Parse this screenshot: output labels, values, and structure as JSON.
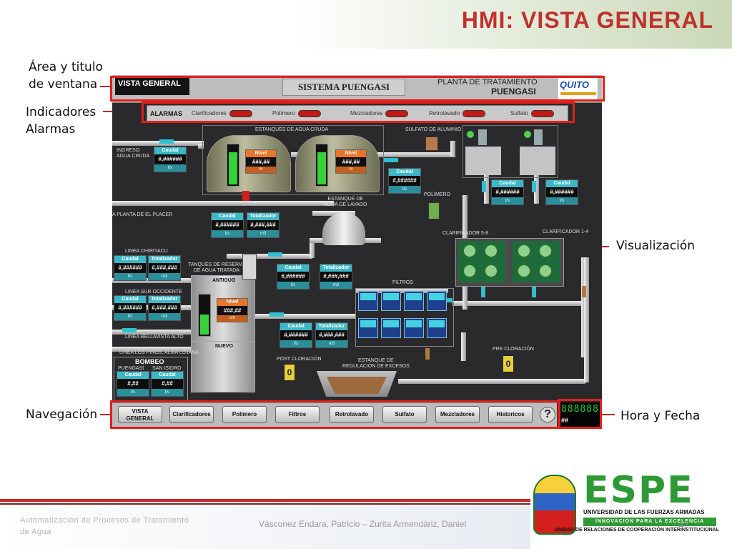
{
  "slide": {
    "title": "HMI: VISTA GENERAL",
    "page_number": "47"
  },
  "annotations": {
    "area_title_1": "Área y titulo",
    "area_title_2": "de ventana",
    "alarms_1": "Indicadores",
    "alarms_2": "Alarmas",
    "visualization": "Visualización",
    "navigation": "Navegación",
    "clock": "Hora y Fecha"
  },
  "hmi": {
    "header": {
      "view_tag": "VISTA GENERAL",
      "system_name": "SISTEMA PUENGASI",
      "plant_line1": "PLANTA DE TRATAMIENTO",
      "plant_line2": "PUENGASI",
      "logo_text": "QUITO"
    },
    "alarms": {
      "title": "ALARMAS",
      "items": [
        "Clarificadores",
        "Polimero",
        "Mezcladores",
        "Retrolavado",
        "Sulfato"
      ]
    },
    "labels": {
      "raw_tanks": "ESTANQUES DE AGUA CRUDA",
      "sulfate": "SULFATO DE ALUMINIO",
      "inlet_1": "INGRESO",
      "inlet_2": "AGUA CRUDA",
      "wash_tank_1": "ESTANQUE DE",
      "wash_tank_2": "AGUA DE LAVADO",
      "placer": "A PLANTA DE EL PLACER",
      "polymer": "POLÍMERO",
      "clarifier_58": "Clarificador 5-8",
      "clarifier_14": "Clarificador 1-4",
      "line_chiriyacu": "LINEA CHIRIYACU",
      "treated_1": "TANQUES DE RESERVA",
      "treated_2": "DE AGUA TRATADA",
      "antiguo": "ANTIGUO",
      "nuevo": "NUEVO",
      "line_south": "LINEA SUR OCCIDENTE",
      "line_bellavista": "LINEA BELLAVISTA ALTO",
      "line_pinos": "LINEA LOS PINOS, ALMA LOJANA",
      "filters": "FILTROS",
      "post_chlor": "POST CLORACIÓN",
      "pre_chlor": "PRE CLORACIÓN",
      "excess_1": "ESTANQUE DE",
      "excess_2": "REGULACIÓN DE EXCESOS",
      "pumping": "BOMBEO",
      "puengasi": "PUENGASÍ",
      "san_isidro": "SAN ISIDRO"
    },
    "caudal_label": "Caudal",
    "totalizador_label": "Totalizador",
    "nivel_label": "Nivel",
    "unit_ls": "l/s",
    "unit_m3": "m3",
    "unit_m": "m",
    "unit_cm": "cm",
    "val_caudal": "#,######",
    "val_total": "#,###,###",
    "val_nivel": "###,##",
    "val_small": "#,##",
    "chlor_value": "0",
    "nav": {
      "buttons": [
        "Clarificadores",
        "Polimero",
        "Filtros",
        "Retrolavado",
        "Sulfato",
        "Mezcladores",
        "Historicos"
      ],
      "vista_1": "VISTA",
      "vista_2": "GENERAL",
      "help": "?"
    },
    "clock": {
      "digits": "888888",
      "date": "##"
    }
  },
  "footer": {
    "left_1": "Automatización de Procesos de Tratamiento",
    "left_2": "de Agua",
    "authors": "Vásconez Endara, Patricio – Zurita Armendáriz, Daniel"
  },
  "espe_logo": {
    "letters": "ESPE",
    "line1": "UNIVERSIDAD DE LAS FUERZAS ARMADAS",
    "line2": "INNOVACIÓN PARA LA EXCELENCIA",
    "line3": "UNIDAD DE RELACIONES DE COOPERACIÓN INTERINSTITUCIONAL"
  },
  "colors": {
    "title_red": "#c0312b",
    "highlight_red": "#e0201b",
    "hmi_background": "#2a2a2c",
    "cyan": "#3db7c7",
    "espe_green": "#2e9a35"
  }
}
